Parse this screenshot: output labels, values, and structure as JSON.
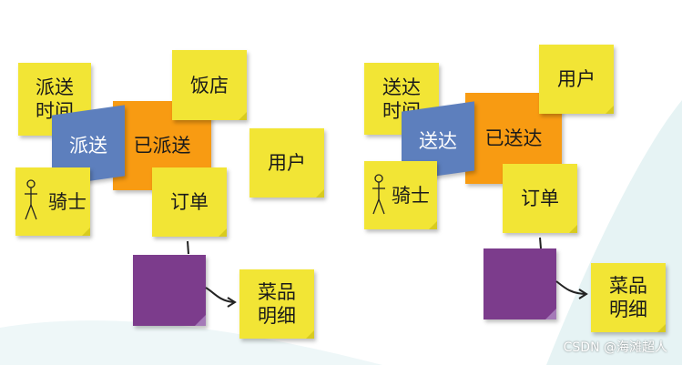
{
  "left": {
    "delivery_time": "派送\n时间",
    "action": "派送",
    "event": "已派送",
    "restaurant": "饭店",
    "user": "用户",
    "rider": "骑士",
    "order": "订单",
    "dish_detail": "菜品\n明细"
  },
  "right": {
    "delivery_time": "送达\n时间",
    "action": "送达",
    "event": "已送达",
    "user": "用户",
    "rider": "骑士",
    "order": "订单",
    "dish_detail": "菜品\n明细"
  },
  "watermark": "CSDN @海滩超人",
  "colors": {
    "sticky_yellow": "#f2e535",
    "command_blue": "#5d7fbd",
    "event_orange": "#f89b12",
    "aggregate_purple": "#7c3c8c"
  }
}
